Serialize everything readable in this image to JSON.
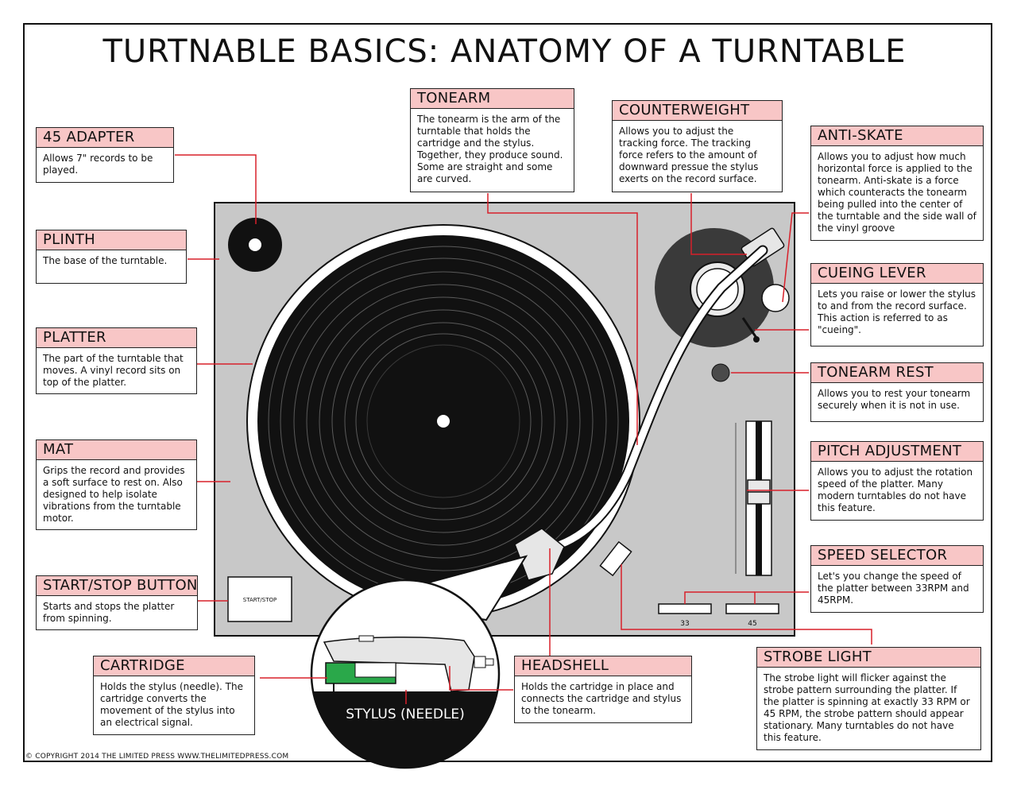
{
  "title": "TURTNABLE BASICS: ANATOMY OF A TURNTABLE",
  "copyright": "© COPYRIGHT 2014 THE LIMITED PRESS WWW.THELIMITEDPRESS.COM",
  "device_labels": {
    "start_stop": "START/STOP",
    "speed_33": "33",
    "speed_45": "45",
    "stylus": "STYLUS (NEEDLE)"
  },
  "colors": {
    "header_fill": "#f8c6c6",
    "leader_line": "#d8202a",
    "plinth": "#c8c8c8",
    "record": "#111111",
    "cartridge_green": "#2aa84a"
  },
  "labels": {
    "adapter_45": {
      "title": "45 ADAPTER",
      "text": "Allows 7\" records to be played."
    },
    "plinth": {
      "title": "PLINTH",
      "text": "The base of the turntable."
    },
    "platter": {
      "title": "PLATTER",
      "text": "The part of the turntable that moves. A vinyl record sits on top of the platter."
    },
    "mat": {
      "title": "MAT",
      "text": "Grips the record and provides a soft surface to rest on. Also designed to help isolate vibrations from the turntable motor."
    },
    "start_stop": {
      "title": "START/STOP BUTTON",
      "text": "Starts and stops the platter from spinning."
    },
    "cartridge": {
      "title": "CARTRIDGE",
      "text": "Holds the stylus (needle). The cartridge converts the movement of the stylus into an electrical signal."
    },
    "tonearm": {
      "title": "TONEARM",
      "text": "The tonearm is the arm of the turntable that holds the cartridge and the stylus. Together, they produce sound. Some are straight and some are curved."
    },
    "counterweight": {
      "title": "COUNTERWEIGHT",
      "text": "Allows you to adjust the tracking force. The tracking force refers to the amount of downward pressue the stylus exerts on the record surface."
    },
    "anti_skate": {
      "title": "ANTI-SKATE",
      "text": "Allows you to adjust how much horizontal force is applied to the tonearm. Anti-skate is a force which counteracts the tonearm being pulled into the center of the turntable and the side wall of the vinyl groove"
    },
    "cueing_lever": {
      "title": "CUEING LEVER",
      "text": "Lets you raise or lower the stylus to and from the record surface. This action is referred to as \"cueing\"."
    },
    "tonearm_rest": {
      "title": "TONEARM REST",
      "text": "Allows you to rest your tonearm securely when it is not in use."
    },
    "pitch_adjustment": {
      "title": "PITCH ADJUSTMENT",
      "text": "Allows you to adjust the rotation speed of the platter. Many modern turntables do not have this feature."
    },
    "speed_selector": {
      "title": "SPEED SELECTOR",
      "text": "Let's you change the speed of the platter between 33RPM and 45RPM."
    },
    "headshell": {
      "title": "HEADSHELL",
      "text": "Holds the cartridge in place and connects the cartridge and stylus to the tonearm."
    },
    "strobe_light": {
      "title": "STROBE LIGHT",
      "text": "The strobe light will flicker against the strobe pattern surrounding the platter. If the platter is spinning at exactly 33 RPM or 45 RPM, the strobe pattern should appear stationary. Many turntables do not have this feature."
    }
  }
}
